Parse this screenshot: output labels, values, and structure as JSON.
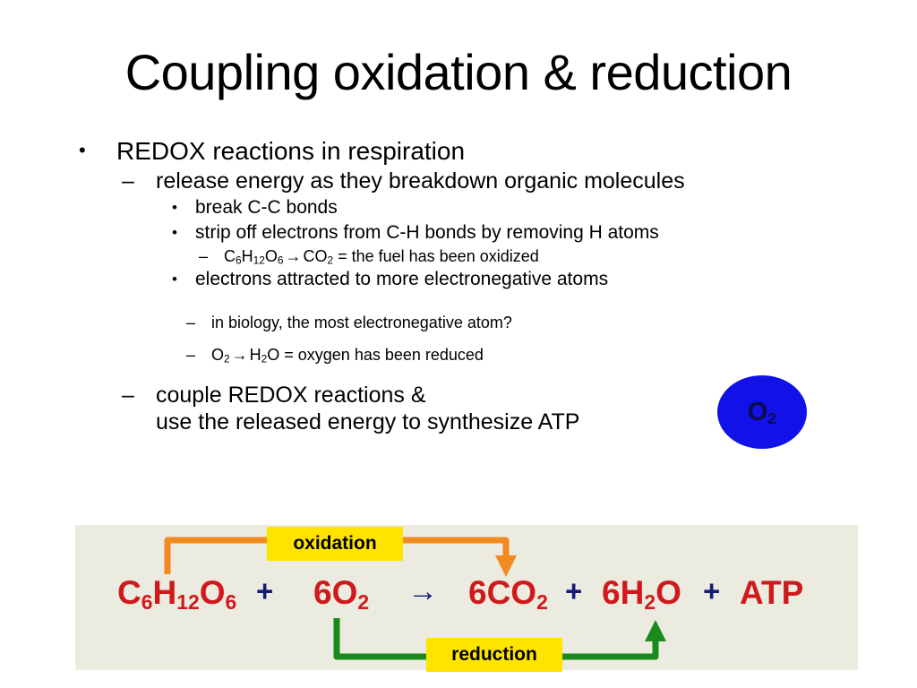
{
  "slide": {
    "title": "Coupling oxidation & reduction"
  },
  "bullets": {
    "b1": "REDOX reactions in respiration",
    "b2": "release energy as they breakdown organic molecules",
    "b3": "break C-C bonds",
    "b4": "strip off electrons from C-H bonds by removing H atoms",
    "b5_prefix": "C",
    "b5_sub1": "6",
    "b5_h": "H",
    "b5_sub2": "12",
    "b5_o": "O",
    "b5_sub3": "6",
    "b5_arrow": "→",
    "b5_co": "CO",
    "b5_sub4": "2",
    "b5_tail": "= the fuel has been oxidized",
    "b5_full": "C6H12O6 → CO2 = the fuel has been oxidized",
    "b6": "electrons attracted to more electronegative atoms",
    "b7": "in biology, the most electronegative atom?",
    "b8_o": "O",
    "b8_sub1": "2",
    "b8_arrow": "→",
    "b8_h": "H",
    "b8_sub2": "2",
    "b8_o2": "O",
    "b8_tail": "= oxygen has been reduced",
    "b8_full": "O2 → H2O = oxygen has been reduced",
    "b9_line1": "couple REDOX reactions &",
    "b9_line2": "use the released energy to synthesize ATP"
  },
  "markers": {
    "dot": "•",
    "dash": "–"
  },
  "o2_ellipse": {
    "label_main": "O",
    "label_sub": "2",
    "fill_color": "#1111e8",
    "text_color": "#0c0c4a"
  },
  "equation": {
    "panel_color": "#ecebe0",
    "terms": [
      {
        "name": "glucose",
        "main": "C",
        "sub": "6",
        "main2": "H",
        "sub2": "12",
        "main3": "O",
        "sub3": "6",
        "type": "chem"
      },
      {
        "name": "plus-1",
        "text": "+",
        "type": "plus"
      },
      {
        "name": "oxygen",
        "main": "6O",
        "sub": "2",
        "type": "chem"
      },
      {
        "name": "yields",
        "text": "→",
        "type": "arrow"
      },
      {
        "name": "carbon-dioxide",
        "main": "6CO",
        "sub": "2",
        "type": "chem"
      },
      {
        "name": "plus-2",
        "text": "+",
        "type": "plus"
      },
      {
        "name": "water",
        "main": "6H",
        "sub": "2",
        "main2": "O",
        "type": "chem"
      },
      {
        "name": "plus-3",
        "text": "+",
        "type": "plus"
      },
      {
        "name": "atp",
        "main": "ATP",
        "type": "chem"
      }
    ],
    "oxidation_label": "oxidation",
    "reduction_label": "reduction",
    "oxidation_color": "#f18a21",
    "reduction_color": "#1a8a1a",
    "tag_color": "#ffe400",
    "chem_color": "#d0191c",
    "operator_color": "#16197a"
  }
}
